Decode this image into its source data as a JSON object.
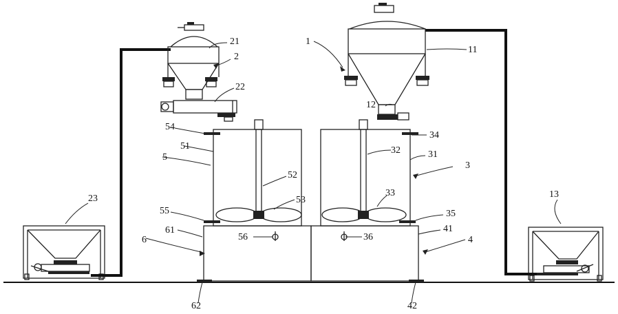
{
  "labels": {
    "l1": "1",
    "l11": "11",
    "l12": "12",
    "l13": "13",
    "l2": "2",
    "l21": "21",
    "l22": "22",
    "l23": "23",
    "l3": "3",
    "l31": "31",
    "l32": "32",
    "l33": "33",
    "l34": "34",
    "l35": "35",
    "l36": "36",
    "l4": "4",
    "l41": "41",
    "l42": "42",
    "l5": "5",
    "l51": "51",
    "l52": "52",
    "l53": "53",
    "l54": "54",
    "l55": "55",
    "l56": "56",
    "l6": "6",
    "l61": "61",
    "l62": "62"
  }
}
